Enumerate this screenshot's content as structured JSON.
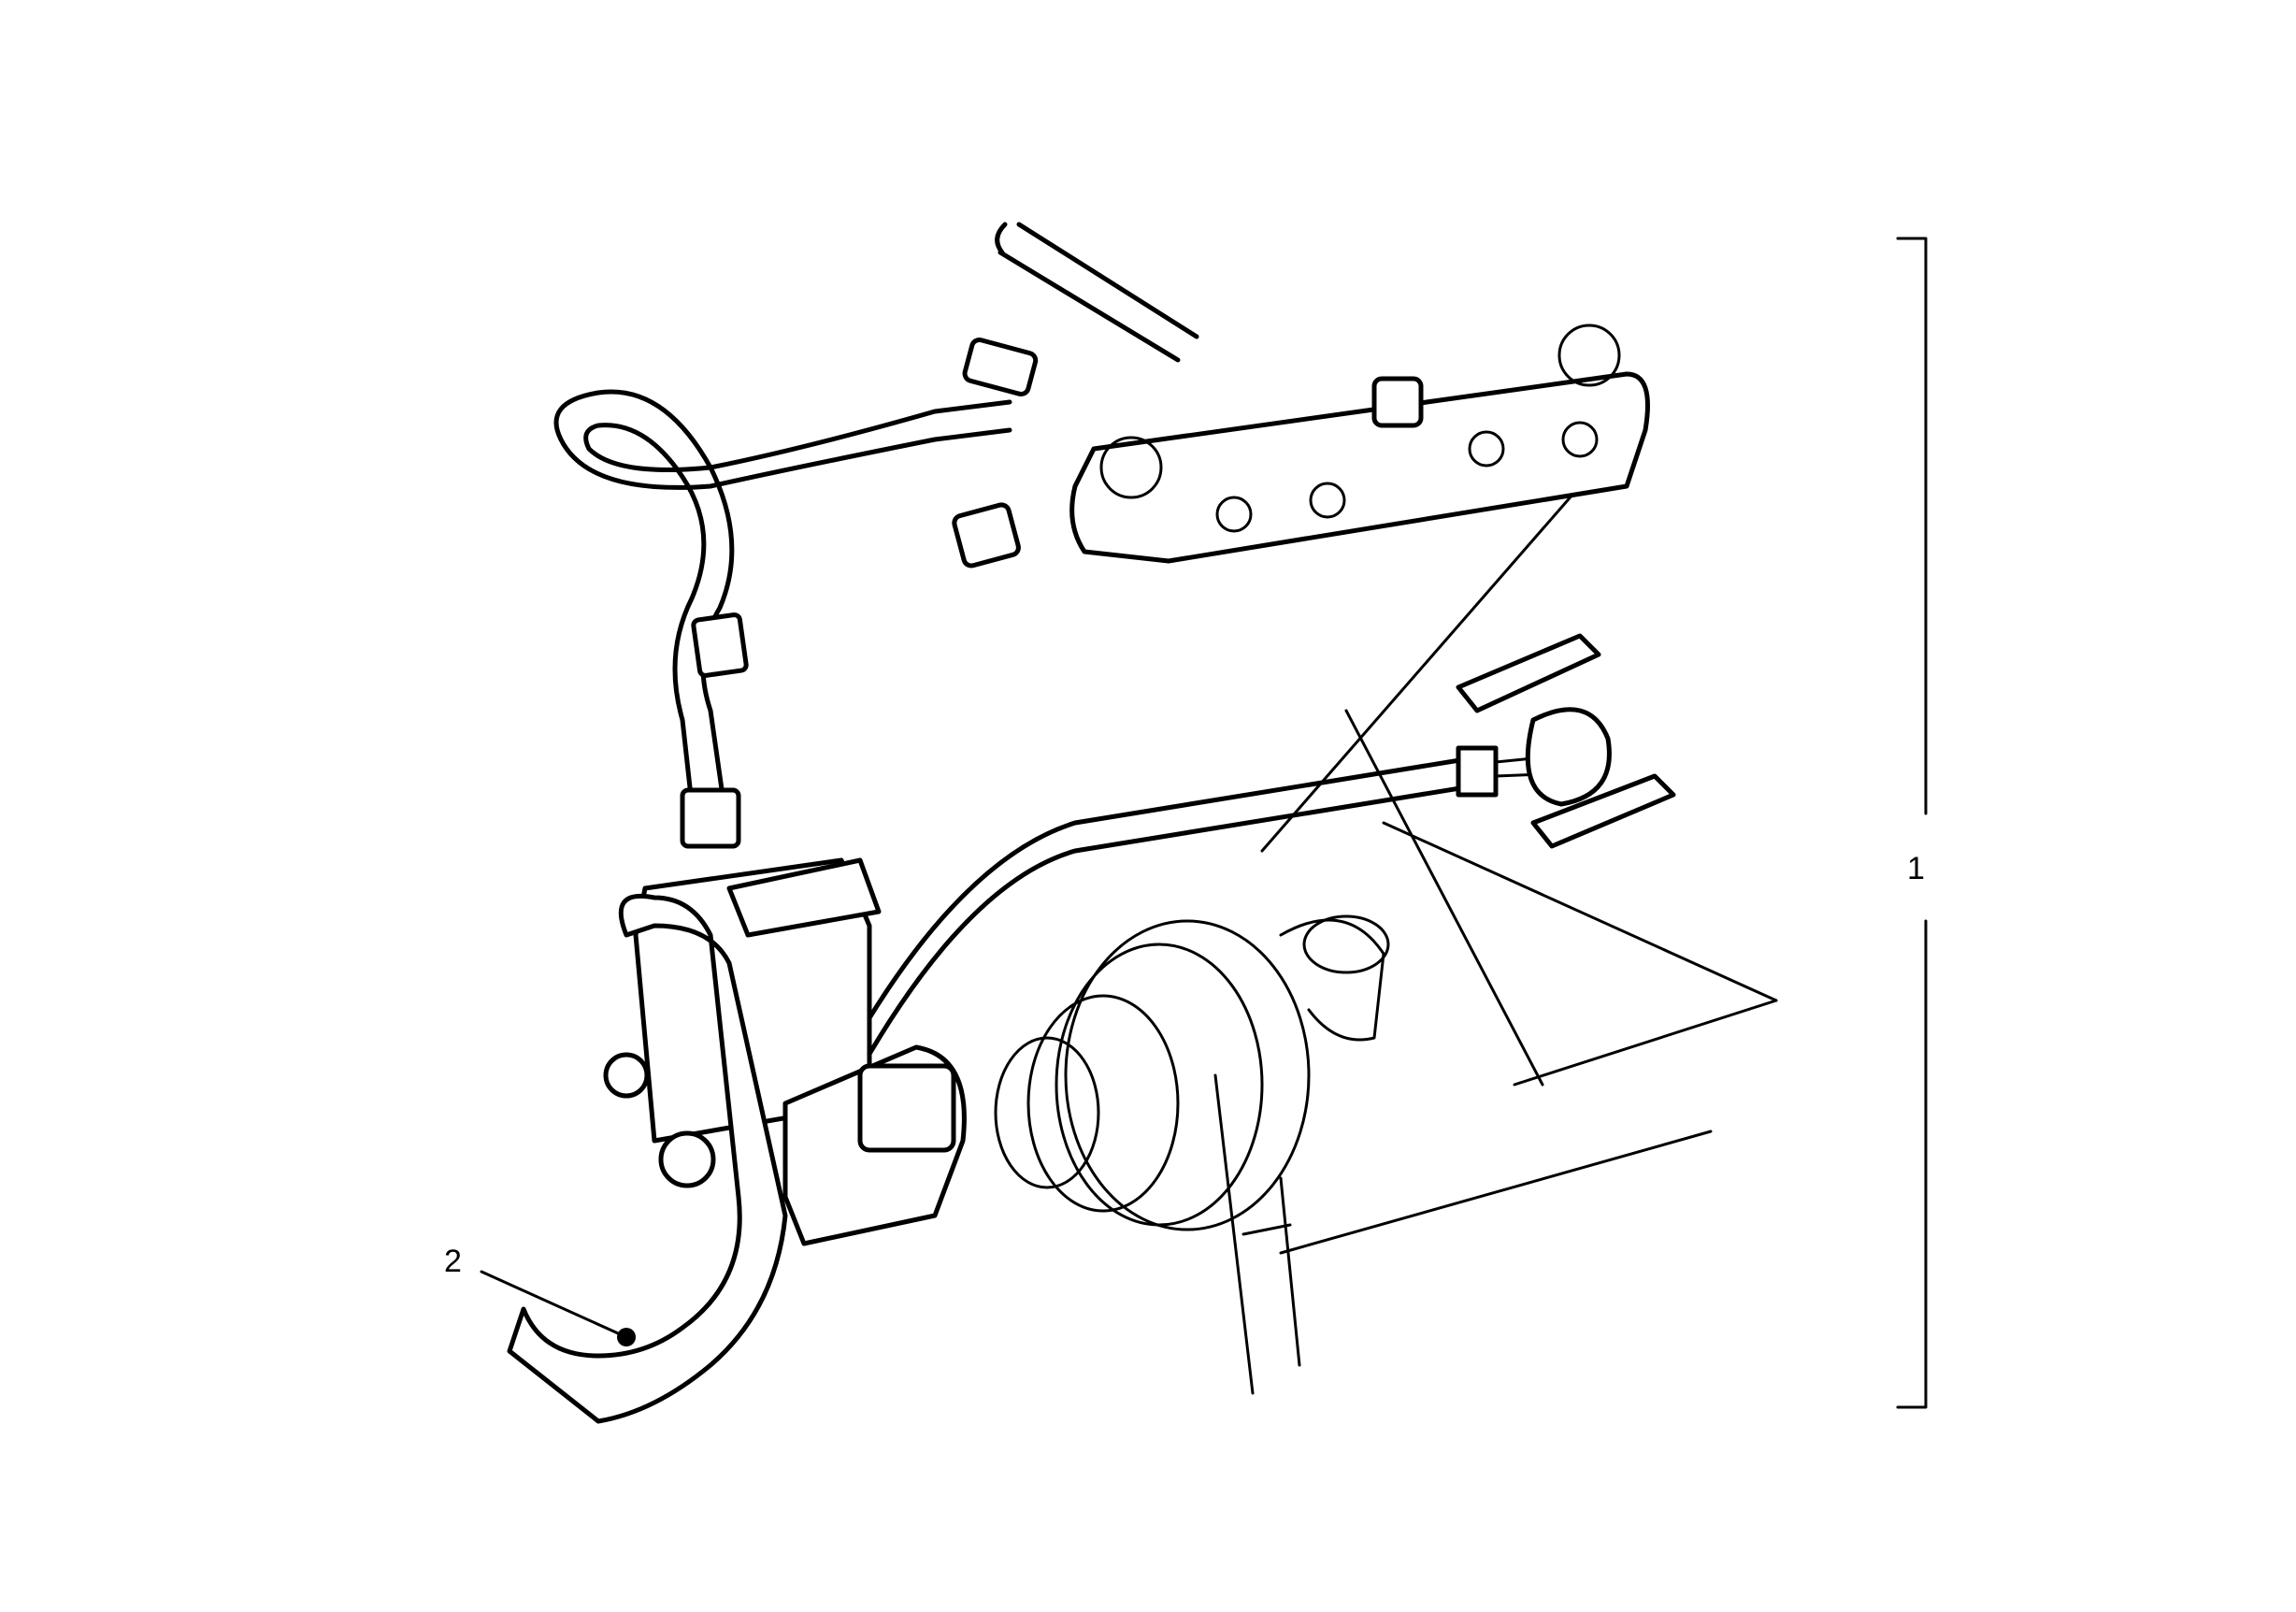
{
  "callouts": [
    {
      "id": "assembly",
      "label": "1"
    },
    {
      "id": "part",
      "label": "2"
    }
  ],
  "colors": {
    "ink": "#000000",
    "background": "#ffffff"
  }
}
